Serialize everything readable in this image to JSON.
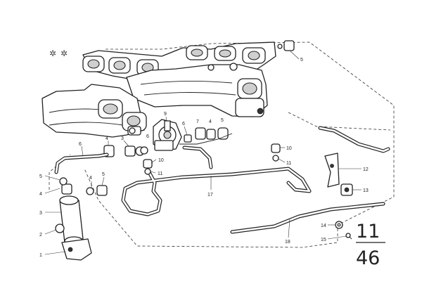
{
  "page": {
    "group_number": "11",
    "page_number": "46"
  },
  "callouts": [
    {
      "id": "c1",
      "text": "1"
    },
    {
      "id": "c2",
      "text": "2"
    },
    {
      "id": "c3",
      "text": "3"
    },
    {
      "id": "c4a",
      "text": "4"
    },
    {
      "id": "c5a",
      "text": "5"
    },
    {
      "id": "c4b",
      "text": "4"
    },
    {
      "id": "c5b",
      "text": "5"
    },
    {
      "id": "c6a",
      "text": "6"
    },
    {
      "id": "c4c",
      "text": "4"
    },
    {
      "id": "c3b",
      "text": "3"
    },
    {
      "id": "c6b",
      "text": "6"
    },
    {
      "id": "c9",
      "text": "9"
    },
    {
      "id": "c6c",
      "text": "6"
    },
    {
      "id": "c7",
      "text": "7"
    },
    {
      "id": "c4d",
      "text": "4"
    },
    {
      "id": "c5c",
      "text": "5"
    },
    {
      "id": "c10a",
      "text": "10"
    },
    {
      "id": "c11a",
      "text": "11"
    },
    {
      "id": "c10b",
      "text": "10"
    },
    {
      "id": "c11b",
      "text": "11"
    },
    {
      "id": "c12",
      "text": "12"
    },
    {
      "id": "c13",
      "text": "13"
    },
    {
      "id": "c14",
      "text": "14"
    },
    {
      "id": "c15",
      "text": "15"
    },
    {
      "id": "c17",
      "text": "17"
    },
    {
      "id": "c18",
      "text": "18"
    },
    {
      "id": "c5d",
      "text": "5"
    }
  ]
}
